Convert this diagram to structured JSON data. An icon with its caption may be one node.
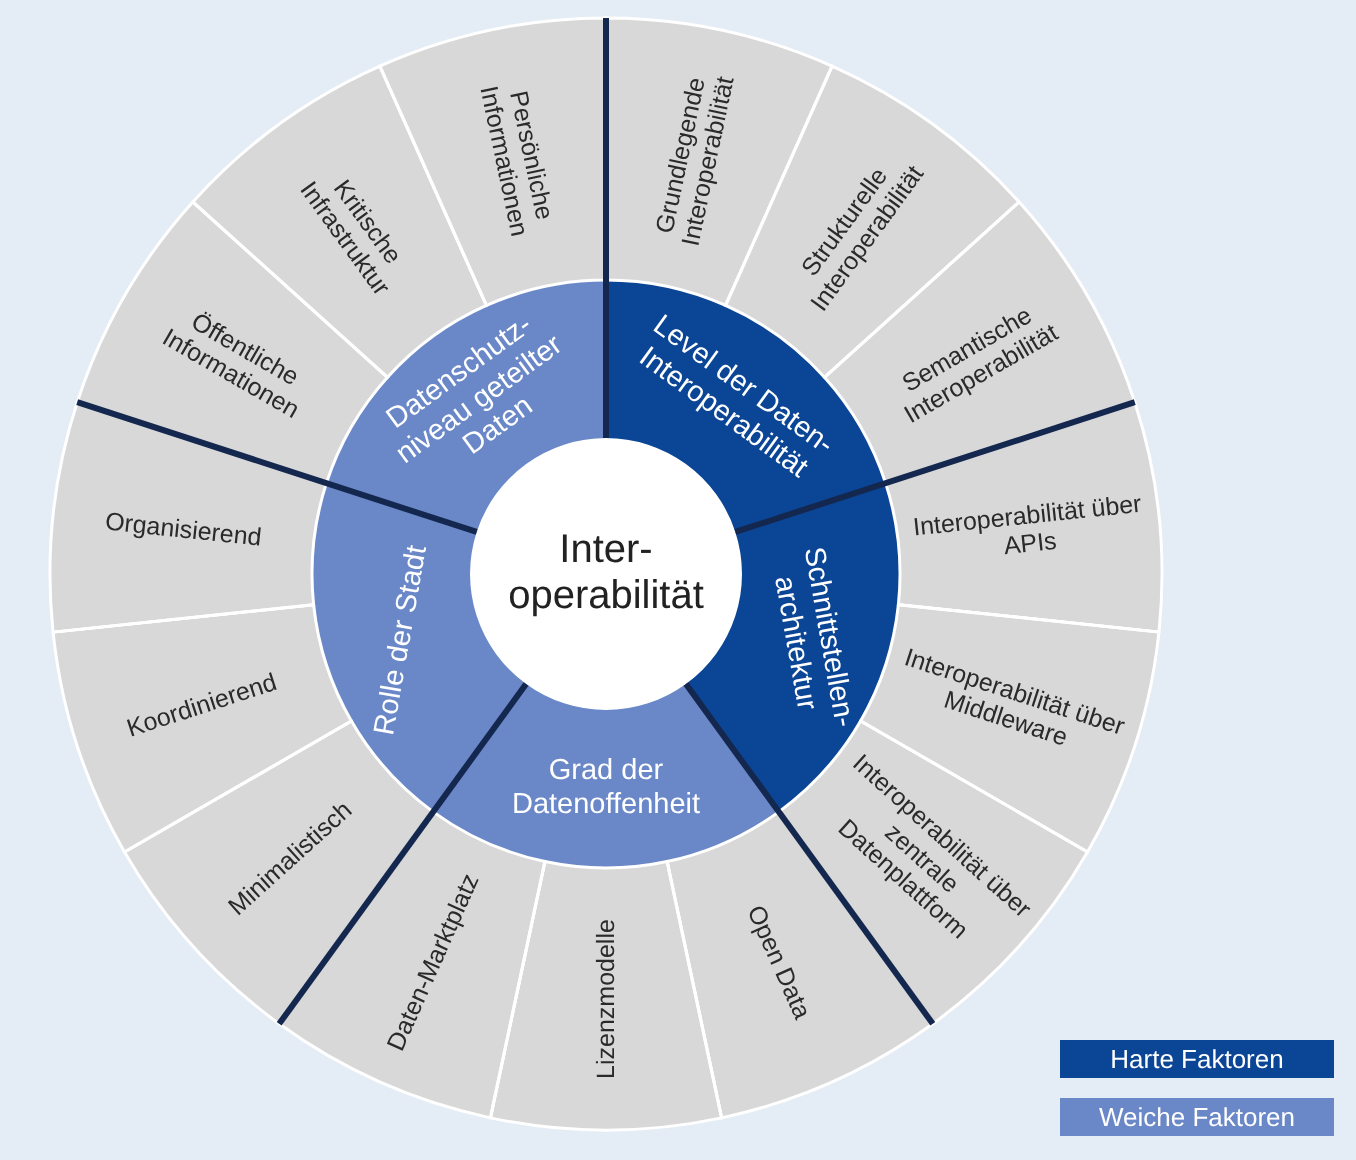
{
  "diagram": {
    "nodes": [
      {
        "text": [
          "Inter- operabilität"
        ]
      },
      {
        "text": [
          "Level der Daten- Interoperabilität"
        ]
      },
      {
        "text": [
          "Schnittstellen- architektur"
        ]
      },
      {
        "text": [
          "Grad der Datenoffenheit"
        ]
      },
      {
        "text": [
          "Rolle der Stadt"
        ]
      },
      {
        "text": [
          "Datenschutz- niveau geteilter Daten"
        ]
      },
      {
        "text": [
          "Grundlegende Interoperabilität"
        ]
      },
      {
        "text": [
          "Strukturelle Interoperabilität"
        ]
      },
      {
        "text": [
          "Semantische Interoperabilität"
        ]
      },
      {
        "text": [
          "Interoperabilität über APIs"
        ]
      },
      {
        "text": [
          "Interoperabilität über Middleware"
        ]
      },
      {
        "text": [
          "Interoperabilität über zentrale Datenplattform"
        ]
      },
      {
        "text": [
          "Open Data"
        ]
      },
      {
        "text": [
          "Lizenzmodelle"
        ]
      },
      {
        "text": [
          "Daten-Marktplatz"
        ]
      },
      {
        "text": [
          "Minimalistisch"
        ]
      },
      {
        "text": [
          "Koordinierend"
        ]
      },
      {
        "text": [
          "Organisierend"
        ]
      },
      {
        "text": [
          "Öffentliche Informationen"
        ]
      },
      {
        "text": [
          "Kritische Infrastruktur"
        ]
      },
      {
        "text": [
          "Persönliche Informationen"
        ]
      }
    ],
    "legend": [
      {
        "text": "Harte Faktoren",
        "color": "#0b4596"
      },
      {
        "text": "Weiche Faktoren",
        "color": "#6a88c8"
      }
    ]
  }
}
